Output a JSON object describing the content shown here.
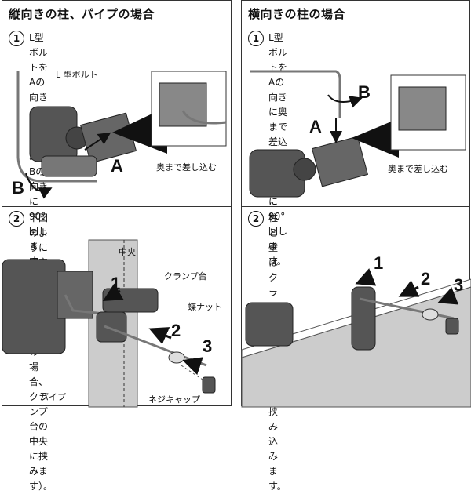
{
  "left": {
    "title": "縦向きの柱、パイプの場合",
    "step1": {
      "number": "1",
      "text": "L型ボルトをAの向きに奥まで差込み、\nBの向きに90°回します。"
    },
    "step1_labels": {
      "bolt": "L 型ボルト",
      "a": "A",
      "b": "B",
      "insert": "奥まで差し込む"
    },
    "step2": {
      "number": "2",
      "text": "下図のように固定して下さい（パイプの\n場合、クランプ台の中央に挟みます）。"
    },
    "step2_labels": {
      "center": "中央",
      "clamp": "クランプ台",
      "wingnut": "蝶ナット",
      "pipe": "パイプ",
      "cap": "ネジキャップ",
      "n1": "1",
      "n2": "2",
      "n3": "3"
    }
  },
  "right": {
    "title": "横向きの柱の場合",
    "step1": {
      "number": "1",
      "text": "L型ボルトをAの向きに奥まで差込み、\nBの向きに90°回します。"
    },
    "step1_labels": {
      "a": "A",
      "b": "B",
      "insert": "奥まで差し込む"
    },
    "step2": {
      "number": "2",
      "text": "柱と壁はクランプ台の奥まで挟み\n込みます。"
    },
    "step2_labels": {
      "n1": "1",
      "n2": "2",
      "n3": "3"
    }
  },
  "icons": [
    "clamp-device-icon",
    "l-bolt-icon",
    "wing-nut-icon",
    "screw-cap-icon",
    "pipe-icon",
    "arrow-icon"
  ]
}
